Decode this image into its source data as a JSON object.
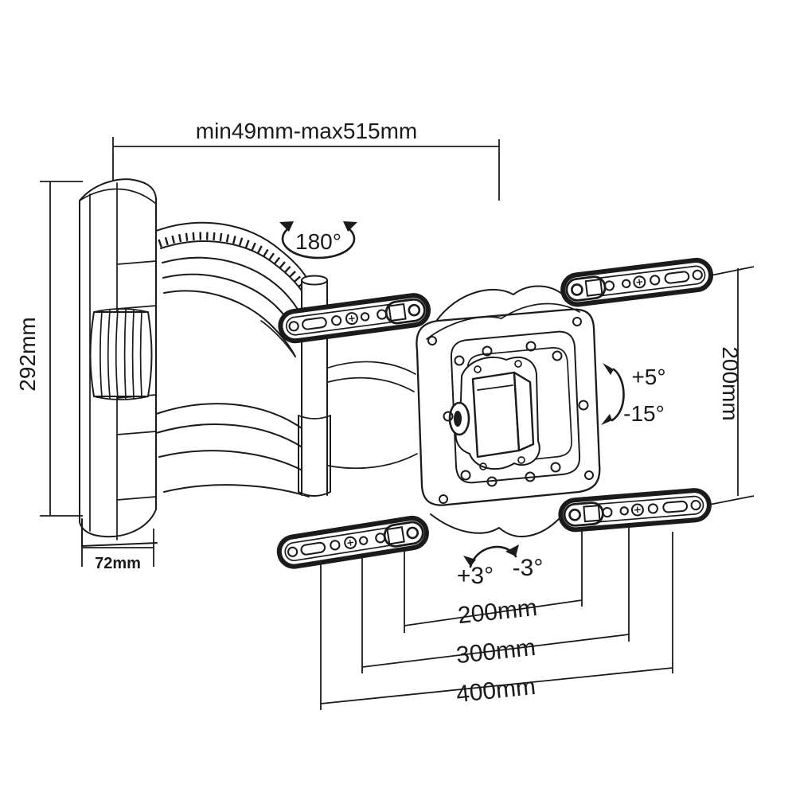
{
  "diagram": {
    "subject": "articulating TV wall mount bracket - technical line drawing",
    "ink_color": "#1b1b1b",
    "background_color": "#ffffff",
    "labels": {
      "extension_range": "min49mm-max515mm",
      "swivel": "180°",
      "plate_height": "292mm",
      "plate_depth": "72mm",
      "tilt_up": "+5°",
      "tilt_down": "-15°",
      "vesa_height": "200mm",
      "roll_plus": "+3°",
      "roll_minus": "-3°",
      "width_200": "200mm",
      "width_300": "300mm",
      "width_400": "400mm"
    }
  }
}
